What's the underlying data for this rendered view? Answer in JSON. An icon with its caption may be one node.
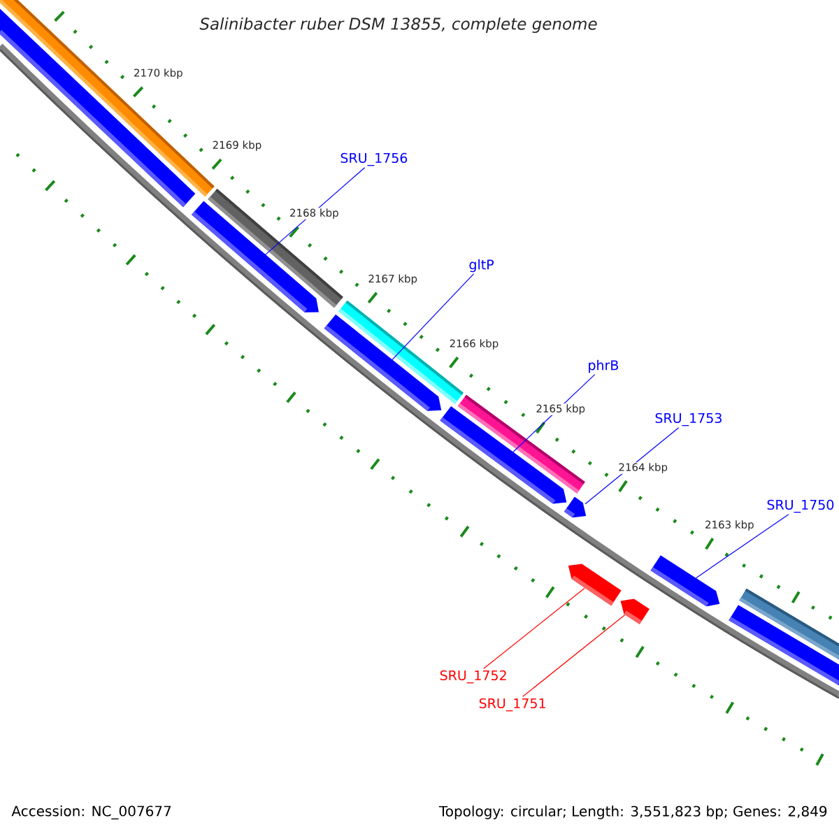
{
  "diagram": {
    "title": "Salinibacter ruber DSM 13855, complete genome",
    "nodes": [
      {
        "text": [
          "SRU_1756"
        ]
      },
      {
        "text": [
          "gltP"
        ]
      },
      {
        "text": [
          "phrB"
        ]
      },
      {
        "text": [
          "SRU_1753"
        ]
      },
      {
        "text": [
          "SRU_1750"
        ]
      },
      {
        "text": [
          "SRU_1752"
        ]
      },
      {
        "text": [
          "SRU_1751"
        ]
      },
      {
        "text": [],
        "shape": "arrow"
      },
      {
        "text": [],
        "shape": "arrow"
      },
      {
        "text": [],
        "shape": "arrow"
      },
      {
        "text": [],
        "shape": "arrow"
      },
      {
        "text": [],
        "shape": "arrow"
      },
      {
        "text": [],
        "shape": "arrow"
      },
      {
        "text": [],
        "shape": "arrow"
      },
      {
        "text": [],
        "shape": "arrow"
      },
      {
        "text": [],
        "shape": "arrow"
      }
    ],
    "edges": [
      {
        "from": 0,
        "to": 8,
        "arrow": "none"
      },
      {
        "from": 1,
        "to": 9,
        "arrow": "none"
      },
      {
        "from": 2,
        "to": 10,
        "arrow": "none"
      },
      {
        "from": 3,
        "to": 11,
        "arrow": "none"
      },
      {
        "from": 4,
        "to": 14,
        "arrow": "none"
      },
      {
        "from": 5,
        "to": 12,
        "arrow": "none",
        "color": "#ff0000"
      },
      {
        "from": 6,
        "to": 13,
        "arrow": "none",
        "color": "#ff0000"
      }
    ],
    "labels": [
      "2170 kbp",
      "2169 kbp",
      "2168 kbp",
      "2167 kbp",
      "2166 kbp",
      "2165 kbp",
      "2164 kbp",
      "2163 kbp",
      "Accession: NC_007677",
      "Topology: circular; Length: 3,551,823 bp; Genes: 2,849"
    ]
  }
}
